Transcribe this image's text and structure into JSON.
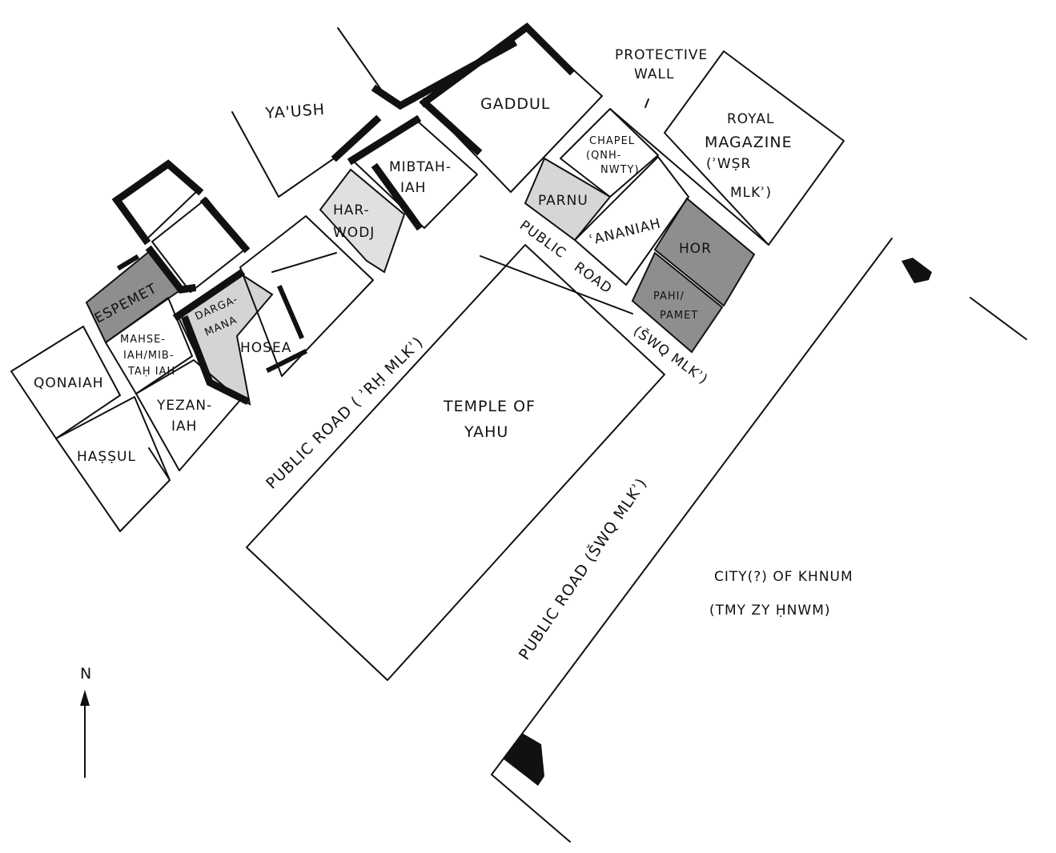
{
  "map": {
    "colors": {
      "ink": "#111111",
      "paper": "#ffffff",
      "shade_light": "#e0e0e0",
      "shade_dark": "#8e8e8e"
    },
    "houses": {
      "yaush": "YA'USH",
      "gaddul": "GADDUL",
      "protective_wall": [
        "PROTECTIVE",
        "WALL"
      ],
      "royal_magazine": [
        "ROYAL",
        "MAGAZINE",
        "(ʾWṢR",
        "MLKʾ)"
      ],
      "chapel": [
        "CHAPEL",
        "(QNH-",
        "NWTY)"
      ],
      "parnu": "PARNU",
      "ananiah": "ʿANANIAH",
      "hor": "HOR",
      "pahi_pamet": [
        "PAHI/",
        "PAMET"
      ],
      "mibtahiah": [
        "MIBTAH-",
        "IAH"
      ],
      "harwodj": [
        "HAR-",
        "WODJ"
      ],
      "espemet": "ESPEMET",
      "dargamana": [
        "DARGA-",
        "MANA"
      ],
      "hosea": "HOSEA",
      "mahseiah": [
        "MAHSE-",
        "IAH/MIB-",
        "TAḤ IAH"
      ],
      "qonaiah": "QONAIAH",
      "yezaniah": [
        "YEZAN-",
        "IAH"
      ],
      "hassul": "HAṢṢUL"
    },
    "roads": {
      "road_rh": "PUBLIC ROAD  ( ʾRḤ  MLKʾ)",
      "road_upper": [
        "PUBLIC",
        "ROAD"
      ],
      "road_upper_sub": "(ŠWQ MLKʾ)",
      "road_east": "PUBLIC ROAD  (ŠWQ  MLKʾ)"
    },
    "temple": [
      "TEMPLE  OF",
      "YAHU"
    ],
    "city": [
      "CITY(?)  OF  KHNUM",
      "(TMY  ZY  ḤNWM)"
    ],
    "north": "N"
  }
}
